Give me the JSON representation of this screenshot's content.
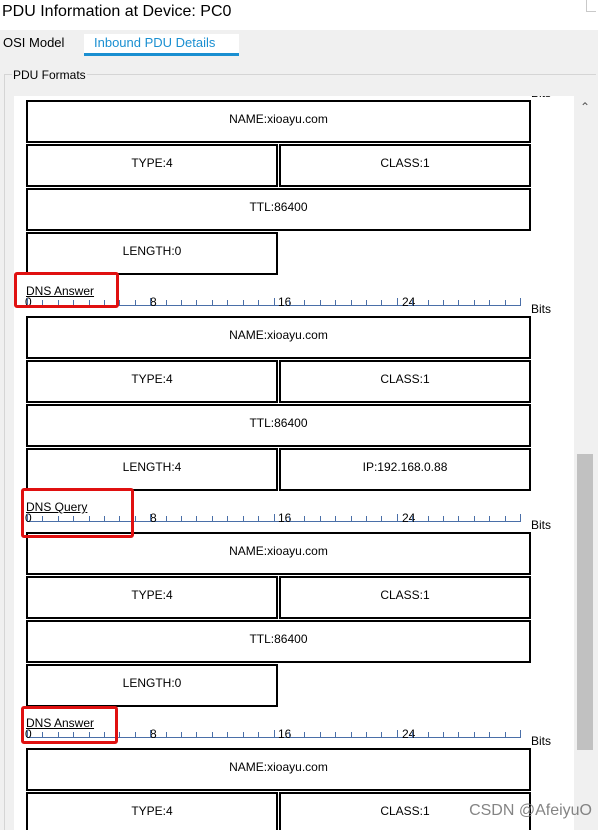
{
  "window": {
    "title": "PDU Information at Device: PC0"
  },
  "tabs": [
    {
      "label": "OSI Model"
    },
    {
      "label": "Inbound PDU Details"
    }
  ],
  "group": {
    "label": "PDU Formats"
  },
  "ruler": {
    "marks": [
      "0",
      "8",
      "16",
      "24"
    ],
    "unit": "Bits"
  },
  "sections": [
    {
      "label": "",
      "fields": {
        "name": "NAME:xioayu.com",
        "type": "TYPE:4",
        "class": "CLASS:1",
        "ttl": "TTL:86400",
        "length": "LENGTH:0",
        "ip": ""
      }
    },
    {
      "label": "DNS Answer",
      "fields": {
        "name": "NAME:xioayu.com",
        "type": "TYPE:4",
        "class": "CLASS:1",
        "ttl": "TTL:86400",
        "length": "LENGTH:4",
        "ip": "IP:192.168.0.88"
      }
    },
    {
      "label": "DNS Query",
      "fields": {
        "name": "NAME:xioayu.com",
        "type": "TYPE:4",
        "class": "CLASS:1",
        "ttl": "TTL:86400",
        "length": "LENGTH:0",
        "ip": ""
      }
    },
    {
      "label": "DNS Answer",
      "fields": {
        "name": "NAME:xioayu.com",
        "type": "TYPE:4",
        "class": "CLASS:1",
        "ttl": "",
        "length": "",
        "ip": ""
      }
    }
  ],
  "watermark": {
    "text": "CSDN @AfeiyuO"
  },
  "colors": {
    "accent": "#1a8fd1",
    "highlight": "#e01010",
    "ruler": "#4a6fa8"
  }
}
